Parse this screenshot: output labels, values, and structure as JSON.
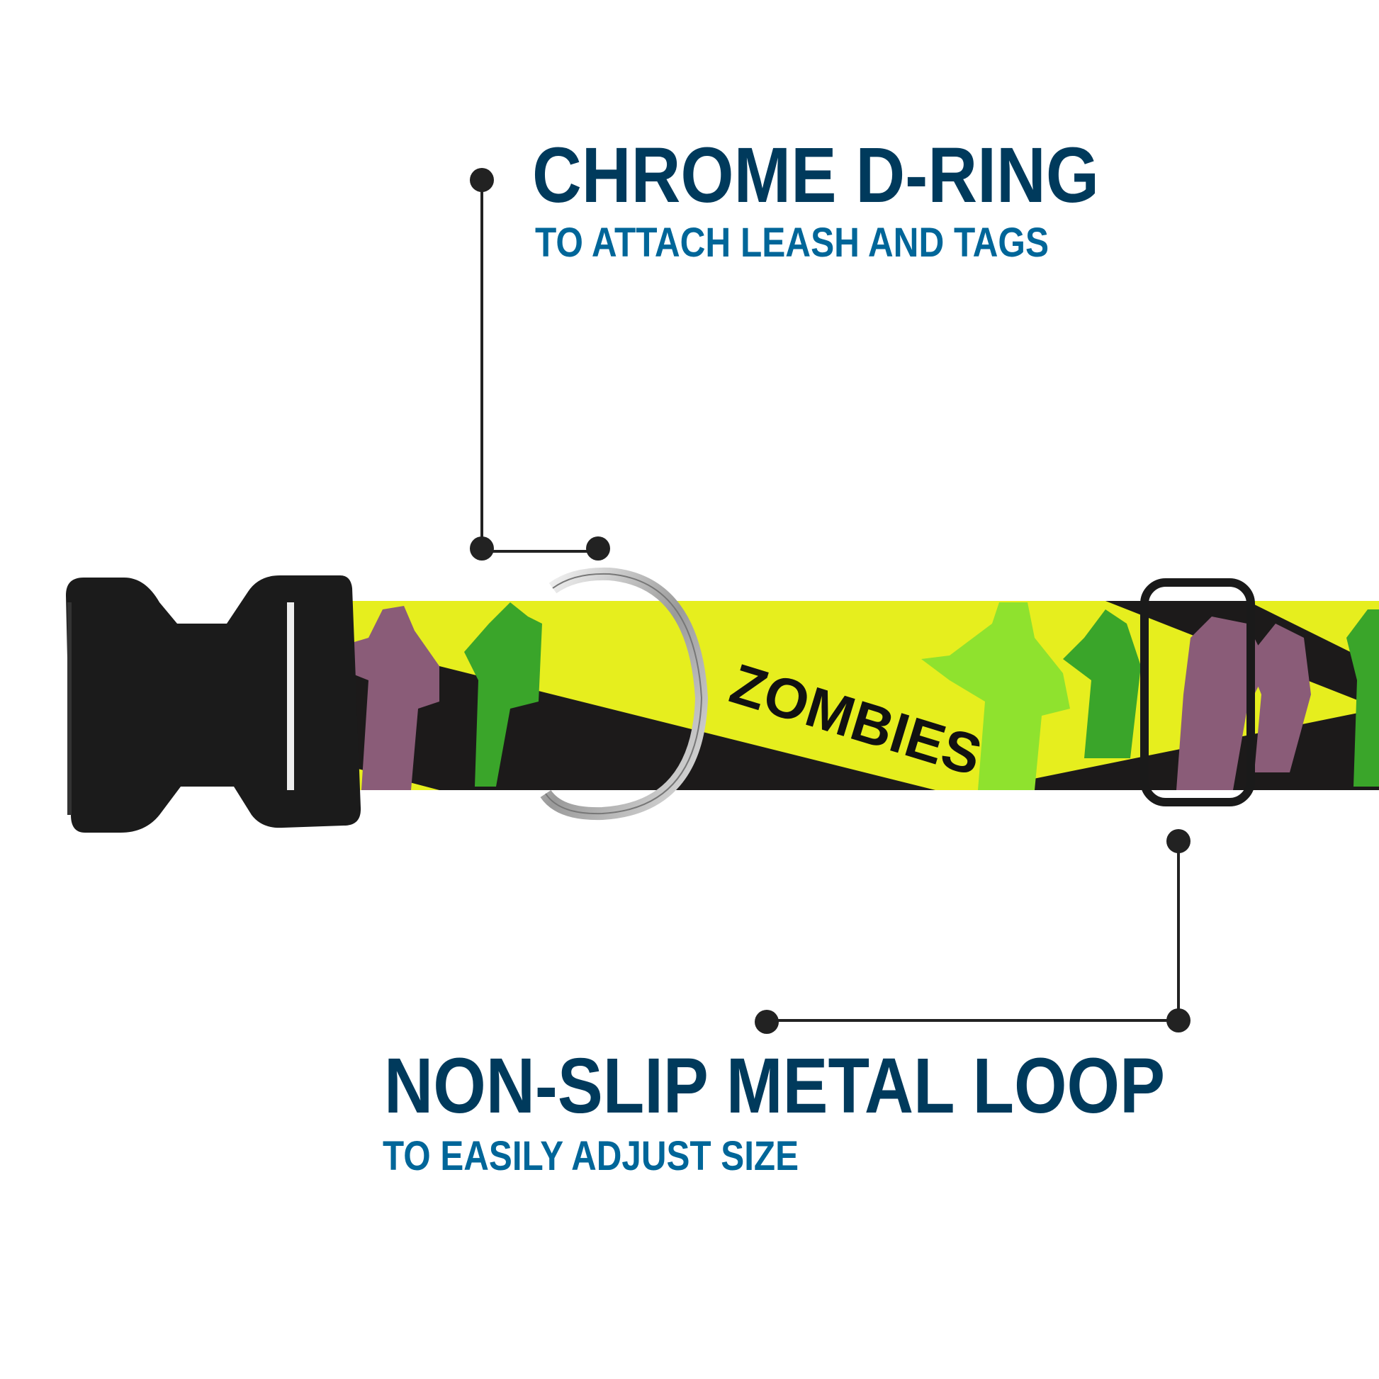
{
  "callouts": [
    {
      "title": "CHROME D-RING",
      "subtitle": "TO ATTACH LEASH AND TAGS"
    },
    {
      "title": "NON-SLIP METAL LOOP",
      "subtitle": "TO EASILY ADJUST SIZE"
    }
  ],
  "collar": {
    "print_text": "ZOMBIES"
  },
  "colors": {
    "title": "#003a5c",
    "subtitle": "#006699",
    "leader": "#222222",
    "strap_black": "#1c1a1a",
    "strap_yellow": "#e6ee1e",
    "zombie_purple": "#8a5c78",
    "zombie_green": "#3aa52a",
    "zombie_lime": "#8fe22e"
  }
}
